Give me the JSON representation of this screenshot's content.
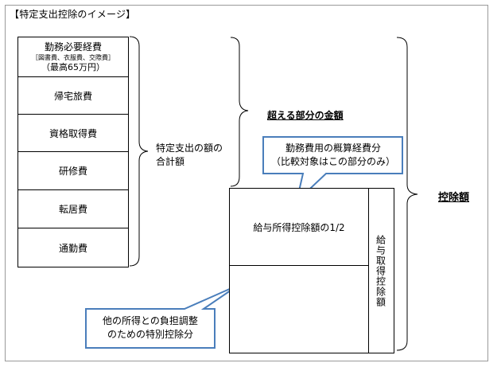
{
  "title": "【特定支出控除のイメージ】",
  "expense_items": [
    {
      "label": "勤務必要経費",
      "sub": "［図書費、衣服費、交際費］",
      "note": "（最高65万円）"
    },
    {
      "label": "帰宅旅費"
    },
    {
      "label": "資格取得費"
    },
    {
      "label": "研修費"
    },
    {
      "label": "転居費"
    },
    {
      "label": "通勤費"
    }
  ],
  "total_label": {
    "line1": "特定支出の額の",
    "line2": "合計額"
  },
  "excess_label": "超える部分の金額",
  "deduction_label": "控除額",
  "callout_top": {
    "line1": "勤務費用の概算経費分",
    "line2": "（比較対象はこの部分のみ）"
  },
  "salary_half_label": "給与所得控除額の1/2",
  "salary_deduction_label": "給与取得控除額",
  "callout_bottom": {
    "line1": "他の所得との負担調整",
    "line2": "のための特別控除分"
  },
  "colors": {
    "callout_border": "#4a7ebb",
    "frame": "#9a9a9a"
  }
}
